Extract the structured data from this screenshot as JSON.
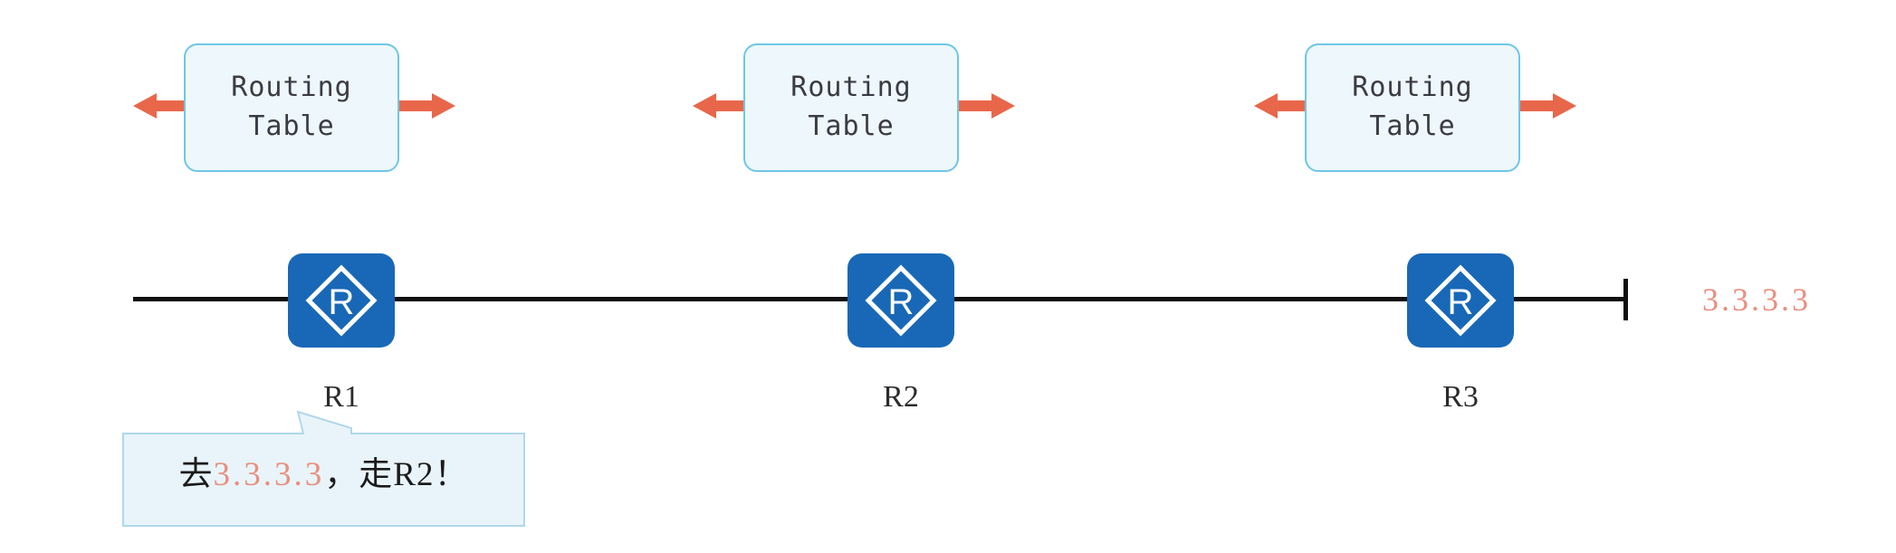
{
  "diagram": {
    "title": "Router hop diagram with routing tables",
    "colors": {
      "router_blue": "#1868B7",
      "box_fill": "#EEF7FB",
      "box_border": "#6EC6E9",
      "arrow_coral": "#E8674A",
      "ip_salmon": "#E8907F",
      "line_black": "#101010"
    },
    "routing_tables": [
      {
        "line1": "Routing",
        "line2": "Table",
        "left_arrow_icon": "arrow-left-icon",
        "right_arrow_icon": "arrow-right-icon"
      },
      {
        "line1": "Routing",
        "line2": "Table",
        "left_arrow_icon": "arrow-left-icon",
        "right_arrow_icon": "arrow-right-icon"
      },
      {
        "line1": "Routing",
        "line2": "Table",
        "left_arrow_icon": "arrow-left-icon",
        "right_arrow_icon": "arrow-right-icon"
      }
    ],
    "routers": [
      {
        "name": "R1",
        "icon": "router-icon",
        "glyph": "R"
      },
      {
        "name": "R2",
        "icon": "router-icon",
        "glyph": "R"
      },
      {
        "name": "R3",
        "icon": "router-icon",
        "glyph": "R"
      }
    ],
    "destination": {
      "ip": "3.3.3.3",
      "terminator_icon": "line-terminator-icon"
    },
    "callout": {
      "prefix": "去",
      "ip": "3.3.3.3",
      "suffix": "，走R2！",
      "full_text": "去3.3.3.3，走R2！"
    }
  }
}
